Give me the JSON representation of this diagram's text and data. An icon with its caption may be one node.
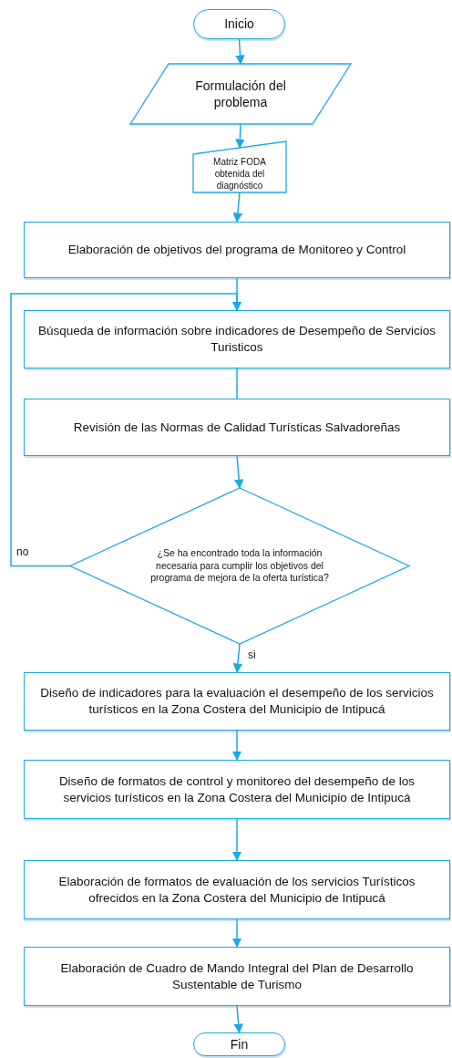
{
  "diagram": {
    "nodes": [
      {
        "text": [
          "Inicio"
        ]
      },
      {
        "text": [
          "Formulación del problema"
        ]
      },
      {
        "text": [
          "Matriz FODA obtenida del diagnóstico"
        ]
      },
      {
        "text": [
          "Elaboración de objetivos del programa de Monitoreo y Control"
        ]
      },
      {
        "text": [
          "Búsqueda de información sobre indicadores de Desempeño de Servicios Turisticos"
        ]
      },
      {
        "text": [
          "Revisión de las Normas de Calidad Turísticas Salvadoreñas"
        ]
      },
      {
        "text": [
          "¿Se ha encontrado toda la información necesaria para cumplir los objetivos del programa de mejora de la oferta turística?"
        ]
      },
      {
        "text": [
          "Diseño de indicadores para la evaluación el desempeño de los servicios turísticos en la Zona Costera del Municipio de Intipucá"
        ]
      },
      {
        "text": [
          "Diseño de formatos de control y monitoreo del desempeño de los servicios turísticos en la Zona Costera del Municipio de Intipucá"
        ]
      },
      {
        "text": [
          "Elaboración de formatos de evaluación de los servicios Turísticos ofrecidos en la Zona Costera del Municipio de Intipucá"
        ]
      },
      {
        "text": [
          "Elaboración de Cuadro de Mando Integral del Plan de Desarrollo Sustentable de Turismo"
        ]
      },
      {
        "text": [
          "Fin"
        ]
      }
    ],
    "edges": [
      {
        "from": 0,
        "to": 1,
        "arrow": "to"
      },
      {
        "from": 1,
        "to": 2,
        "arrow": "to"
      },
      {
        "from": 2,
        "to": 3,
        "arrow": "to"
      },
      {
        "from": 3,
        "to": 4,
        "arrow": "to"
      },
      {
        "from": 4,
        "to": 5,
        "arrow": "none"
      },
      {
        "from": 5,
        "to": 6,
        "arrow": "to"
      },
      {
        "from": 6,
        "to": 7,
        "arrow": "to",
        "label": "si"
      },
      {
        "from": 6,
        "to": 4,
        "arrow": "to",
        "label": "no"
      },
      {
        "from": 7,
        "to": 8,
        "arrow": "to"
      },
      {
        "from": 8,
        "to": 9,
        "arrow": "to"
      },
      {
        "from": 9,
        "to": 10,
        "arrow": "to"
      },
      {
        "from": 10,
        "to": 11,
        "arrow": "to"
      }
    ]
  }
}
